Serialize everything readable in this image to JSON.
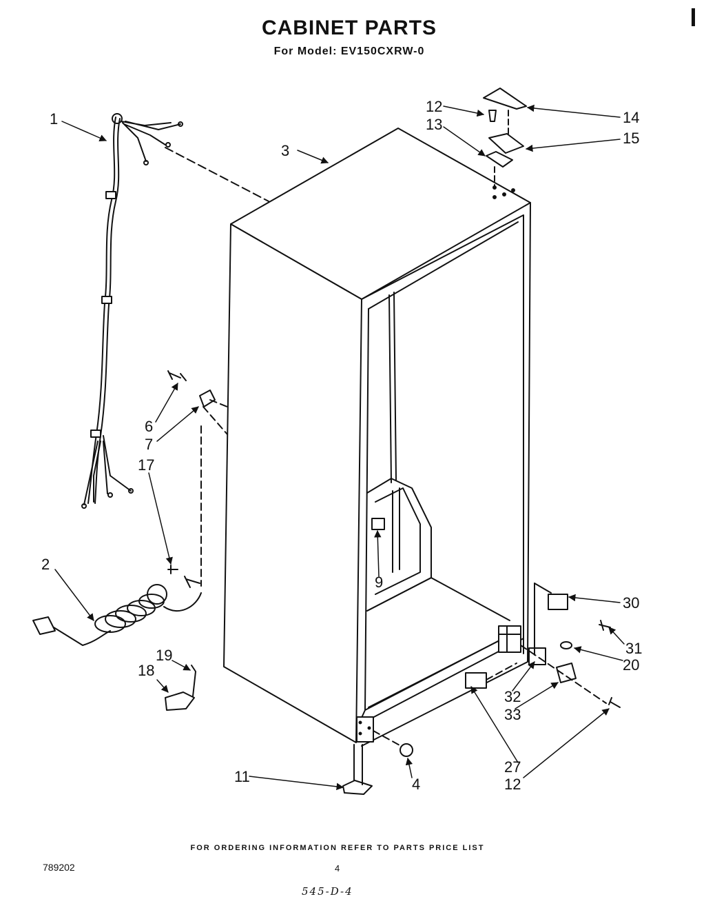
{
  "header": {
    "title": "CABINET PARTS",
    "subtitle": "For Model: EV150CXRW-0"
  },
  "callouts": {
    "c1": "1",
    "c2": "2",
    "c3": "3",
    "c4": "4",
    "c6": "6",
    "c7": "7",
    "c9": "9",
    "c11": "11",
    "c12_top": "12",
    "c12_bottom": "12",
    "c13": "13",
    "c14": "14",
    "c15": "15",
    "c17": "17",
    "c18": "18",
    "c19": "19",
    "c20": "20",
    "c27": "27",
    "c30": "30",
    "c31": "31",
    "c32": "32",
    "c33": "33"
  },
  "footer": {
    "ordering_note": "FOR ORDERING INFORMATION REFER TO PARTS PRICE LIST",
    "drawing_number": "789202",
    "page_number": "4",
    "handwritten_code": "545-D-4"
  }
}
